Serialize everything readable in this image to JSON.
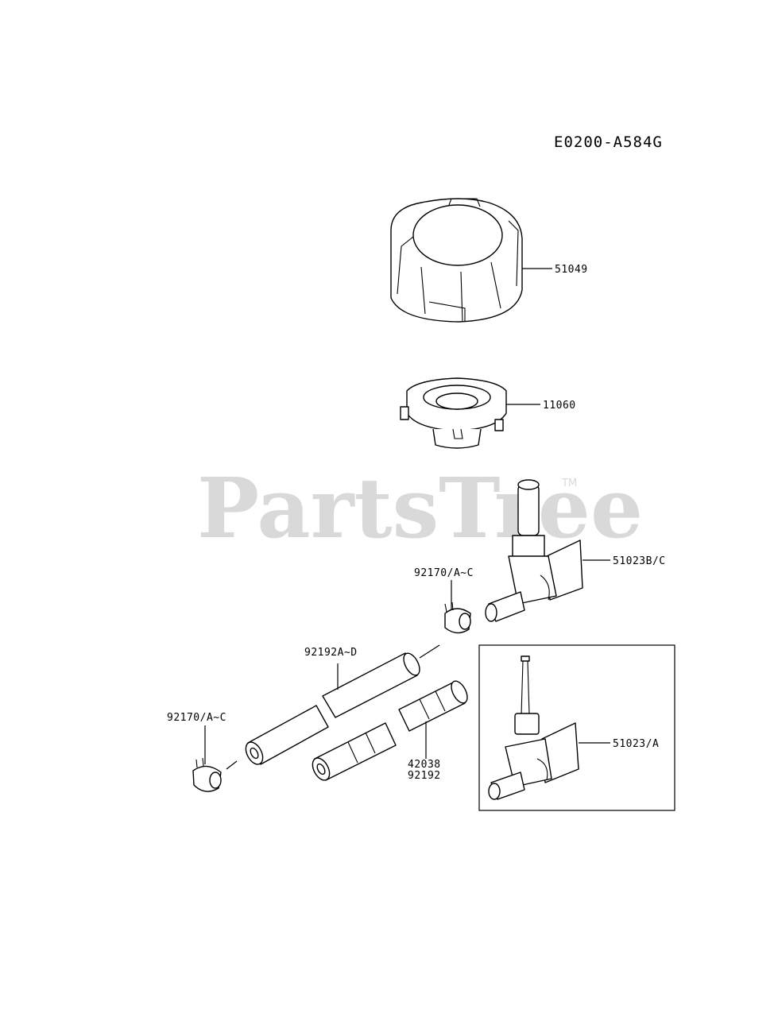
{
  "diagram": {
    "code": "E0200-A584G",
    "watermark": "PartsTree",
    "trademark": "TM",
    "labels": {
      "cap": "51049",
      "gasket": "11060",
      "cock_bc": "51023B/C",
      "clamp_upper": "92170/A~C",
      "hose_upper": "92192A~D",
      "clamp_lower": "92170/A~C",
      "hose_lower_1": "42038",
      "hose_lower_2": "92192",
      "cock_a": "51023/A"
    }
  }
}
